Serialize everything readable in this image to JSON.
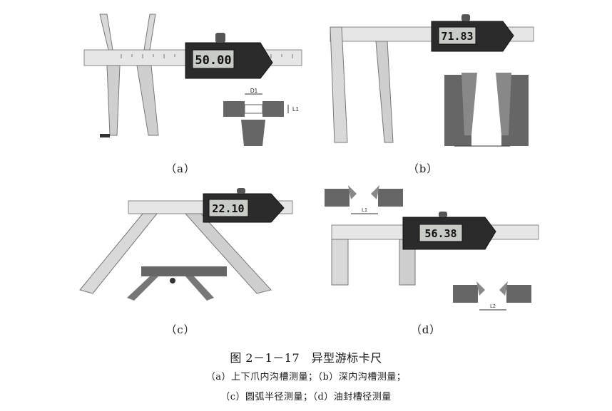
{
  "panels": {
    "a": {
      "label": "（a）",
      "display": "50.00",
      "dim_upper": "D1",
      "dim_side": "L1"
    },
    "b": {
      "label": "（b）",
      "display": "71.83"
    },
    "c": {
      "label": "（c）",
      "display": "22.10"
    },
    "d": {
      "label": "（d）",
      "display": "56.38",
      "dim_top": "L1",
      "dim_bottom": "L2"
    }
  },
  "caption": {
    "title": "图 2－1－17　异型游标卡尺",
    "line1": "（a）上下爪内沟槽测量；（b）深内沟槽测量；",
    "line2": "（c）圆弧半径测量；（d）油封槽径测量"
  }
}
